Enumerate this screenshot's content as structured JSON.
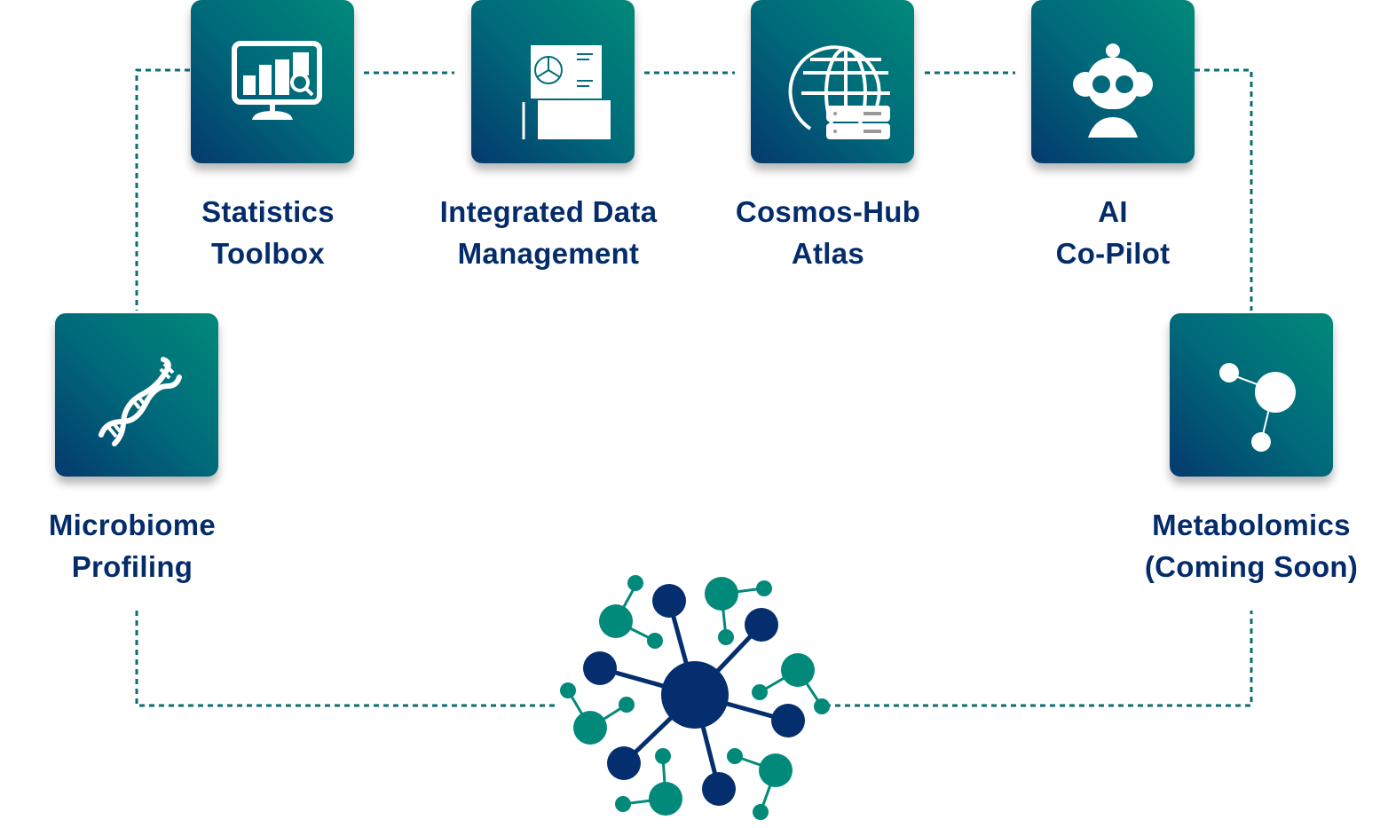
{
  "colors": {
    "tile_gradient_start": "#043a6e",
    "tile_gradient_end": "#01897a",
    "label_text": "#042c6b",
    "connector": "#0a6e74",
    "hub_navy": "#052e6e",
    "hub_teal": "#018a79"
  },
  "modules": [
    {
      "id": "statistics-toolbox",
      "icon": "monitor-chart-search-icon",
      "line1": "Statistics",
      "line2": "Toolbox"
    },
    {
      "id": "integrated-data-management",
      "icon": "folder-document-icon",
      "line1": "Integrated Data",
      "line2": "Management"
    },
    {
      "id": "cosmos-hub-atlas",
      "icon": "globe-server-icon",
      "line1": "Cosmos-Hub",
      "line2": "Atlas"
    },
    {
      "id": "ai-co-pilot",
      "icon": "robot-icon",
      "line1": "AI",
      "line2": "Co-Pilot"
    },
    {
      "id": "microbiome-profiling",
      "icon": "dna-icon",
      "line1": "Microbiome",
      "line2": "Profiling"
    },
    {
      "id": "metabolomics",
      "icon": "molecule-icon",
      "line1": "Metabolomics",
      "line2": "(Coming Soon)"
    }
  ],
  "hub": {
    "icon": "network-hub-icon"
  }
}
